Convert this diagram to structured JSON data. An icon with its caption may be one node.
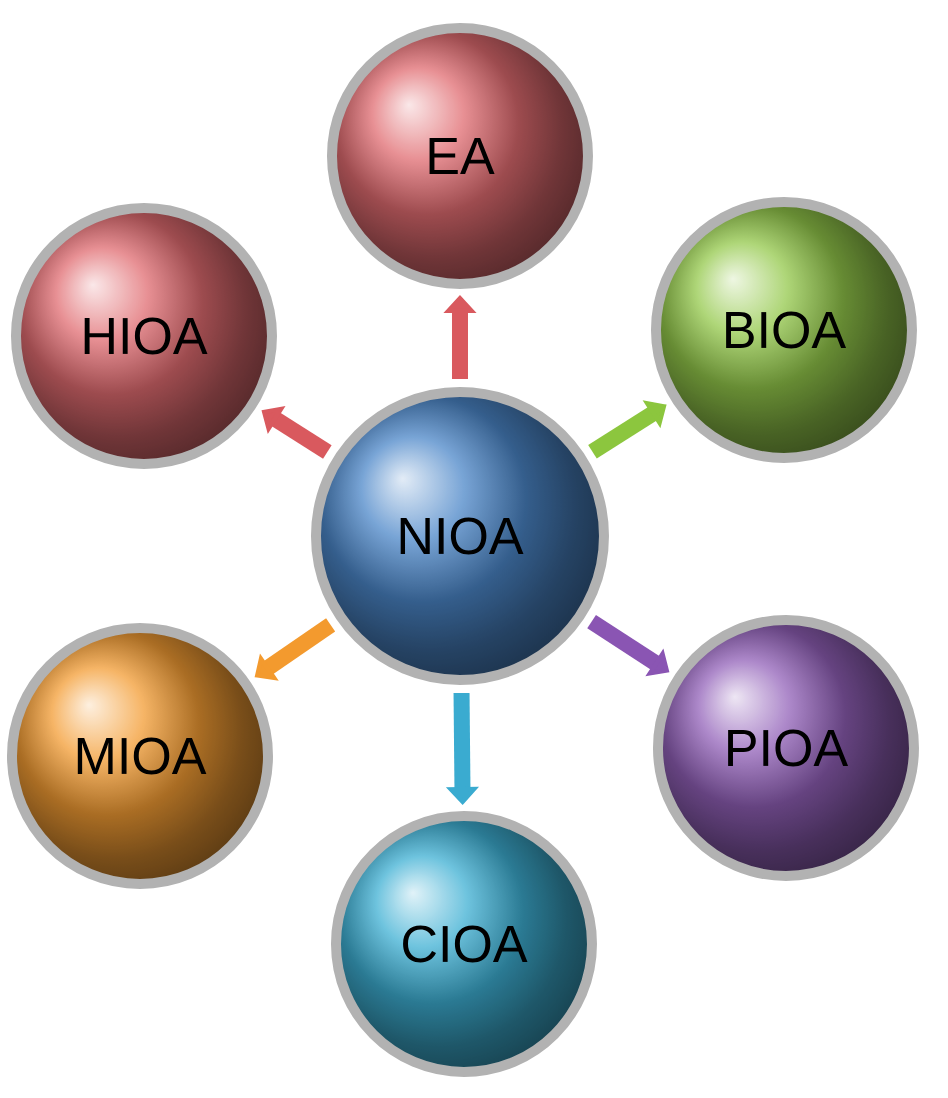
{
  "diagram": {
    "nodes": [
      {
        "text": [
          "EA"
        ]
      },
      {
        "text": [
          "HIOA"
        ]
      },
      {
        "text": [
          "BIOA"
        ]
      },
      {
        "text": [
          "NIOA"
        ]
      },
      {
        "text": [
          "MIOA"
        ]
      },
      {
        "text": [
          "PIOA"
        ]
      },
      {
        "text": [
          "CIOA"
        ]
      }
    ],
    "edges": [
      {
        "from": 3,
        "to": 0,
        "arrow": "to",
        "color": "#d9595e"
      },
      {
        "from": 3,
        "to": 1,
        "arrow": "to",
        "color": "#d9595e"
      },
      {
        "from": 3,
        "to": 2,
        "arrow": "to",
        "color": "#8cc63e"
      },
      {
        "from": 3,
        "to": 4,
        "arrow": "to",
        "color": "#f39a2e"
      },
      {
        "from": 3,
        "to": 5,
        "arrow": "to",
        "color": "#8a55b3"
      },
      {
        "from": 3,
        "to": 6,
        "arrow": "to",
        "color": "#3aabd0"
      }
    ]
  }
}
